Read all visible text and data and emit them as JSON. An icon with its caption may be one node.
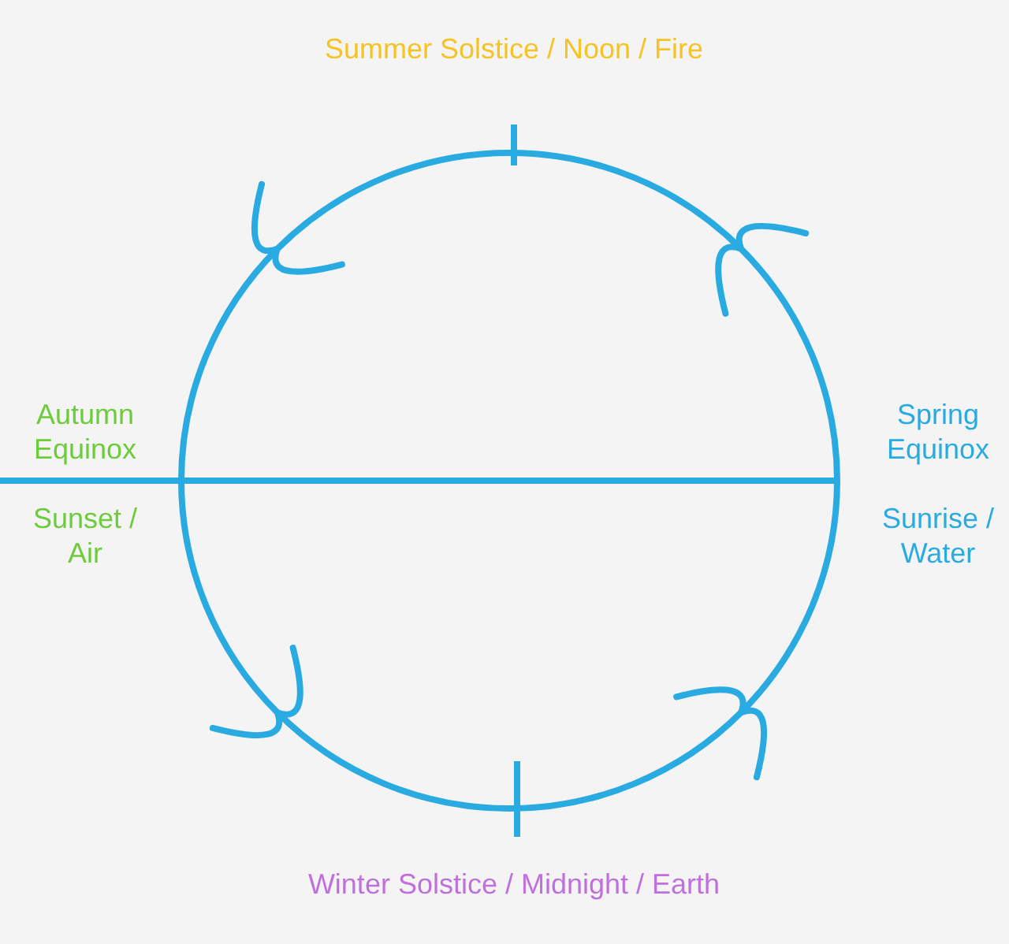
{
  "diagram": {
    "nodes": [
      {
        "text": [
          "Summer Solstice / Noon / Fire"
        ]
      },
      {
        "text": [
          "Autumn Equinox",
          "Sunset / Air"
        ]
      },
      {
        "text": [
          "Spring Equinox",
          "Sunrise / Water"
        ]
      },
      {
        "text": [
          "Winter Solstice / Midnight / Earth"
        ]
      }
    ]
  }
}
